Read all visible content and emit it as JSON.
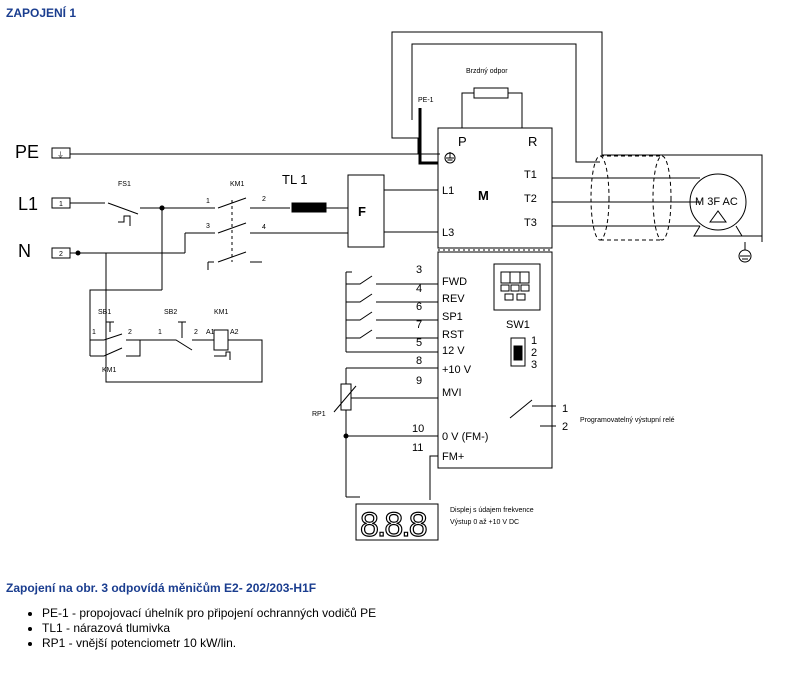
{
  "title": "ZAPOJENÍ 1",
  "caption": "Zapojení na obr. 3 odpovídá měničům E2- 202/203-H1F",
  "notes": [
    "PE-1 - propojovací úhelník pro připojení ochranných vodičů PE",
    "TL1 - nárazová tlumivka",
    "RP1 - vnější potenciometr 10 kW/lin."
  ],
  "diagram": {
    "inputs": [
      "PE",
      "L1",
      "N"
    ],
    "input_markers": [
      "⏚",
      "1",
      "2"
    ],
    "fs1": "FS1",
    "km1": "KM1",
    "km1_pins": [
      "1",
      "2",
      "3",
      "4"
    ],
    "tl1": "TL 1",
    "filter": "F",
    "pe1": "PE-1",
    "brake_resistor": "Brzdný odpor",
    "inverter": {
      "p": "P",
      "r": "R",
      "l1": "L1",
      "l3": "L3",
      "m": "M",
      "t1": "T1",
      "t2": "T2",
      "t3": "T3",
      "terminals": [
        {
          "num": "3",
          "label": "FWD"
        },
        {
          "num": "4",
          "label": "REV"
        },
        {
          "num": "6",
          "label": "SP1"
        },
        {
          "num": "7",
          "label": "RST"
        },
        {
          "num": "5",
          "label": "12 V"
        },
        {
          "num": "8",
          "label": "+10 V"
        },
        {
          "num": "9",
          "label": "MVI"
        },
        {
          "num": "10",
          "label": "0 V (FM-)"
        },
        {
          "num": "11",
          "label": "FM+"
        }
      ],
      "sw1": "SW1",
      "sw1_positions": [
        "1",
        "2",
        "3"
      ],
      "relay_pins": [
        "1",
        "2"
      ],
      "relay_label": "Programovatelný výstupní relé"
    },
    "motor": "M 3F AC",
    "sb1": "SB1",
    "sb2": "SB2",
    "km1_coil": "KM1",
    "km1_coil_pins": [
      "A1",
      "A2"
    ],
    "sb_pins": [
      "1",
      "2",
      "1",
      "2"
    ],
    "km1_aux": "KM1",
    "rp1": "RP1",
    "display_value": "8.8.8",
    "display_label": "Displej s údajem frekvence",
    "display_label2": "Výstup 0 až +10 V DC"
  },
  "colors": {
    "heading": "#1a3d8f",
    "line": "#000000"
  }
}
